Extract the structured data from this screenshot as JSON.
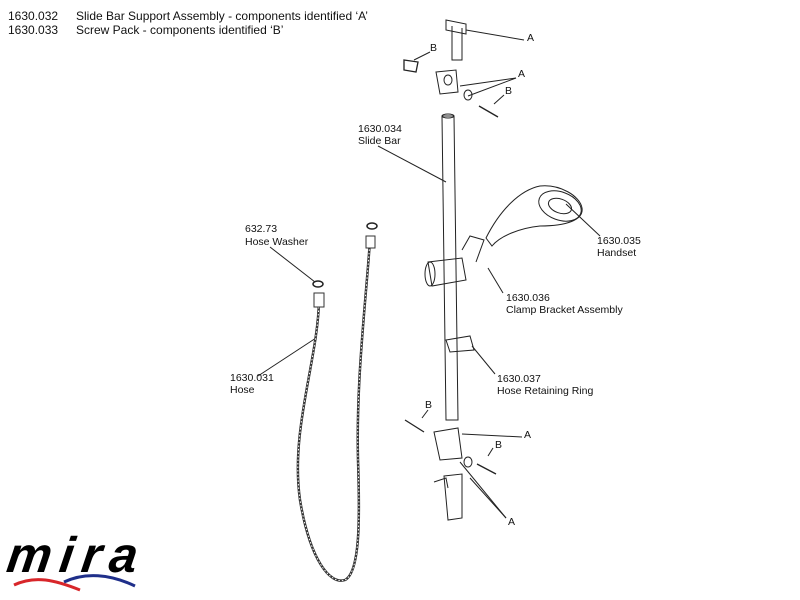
{
  "header": [
    {
      "code": "1630.032",
      "desc": "Slide Bar Support Assembly - components identified ‘A’"
    },
    {
      "code": "1630.033",
      "desc": "Screw Pack - components identified ‘B’"
    }
  ],
  "parts": {
    "slide_bar": {
      "code": "1630.034",
      "name": "Slide Bar"
    },
    "handset": {
      "code": "1630.035",
      "name": "Handset"
    },
    "hose_washer": {
      "code": "632.73",
      "name": "Hose Washer"
    },
    "clamp": {
      "code": "1630.036",
      "name": "Clamp Bracket Assembly"
    },
    "hose": {
      "code": "1630.031",
      "name": "Hose"
    },
    "ring": {
      "code": "1630.037",
      "name": "Hose Retaining Ring"
    }
  },
  "letters": {
    "a": "A",
    "b": "B"
  },
  "logo": {
    "text": "mira",
    "colors": {
      "text": "#000000",
      "wave_red": "#d8262a",
      "wave_blue": "#1f2f8a"
    }
  }
}
